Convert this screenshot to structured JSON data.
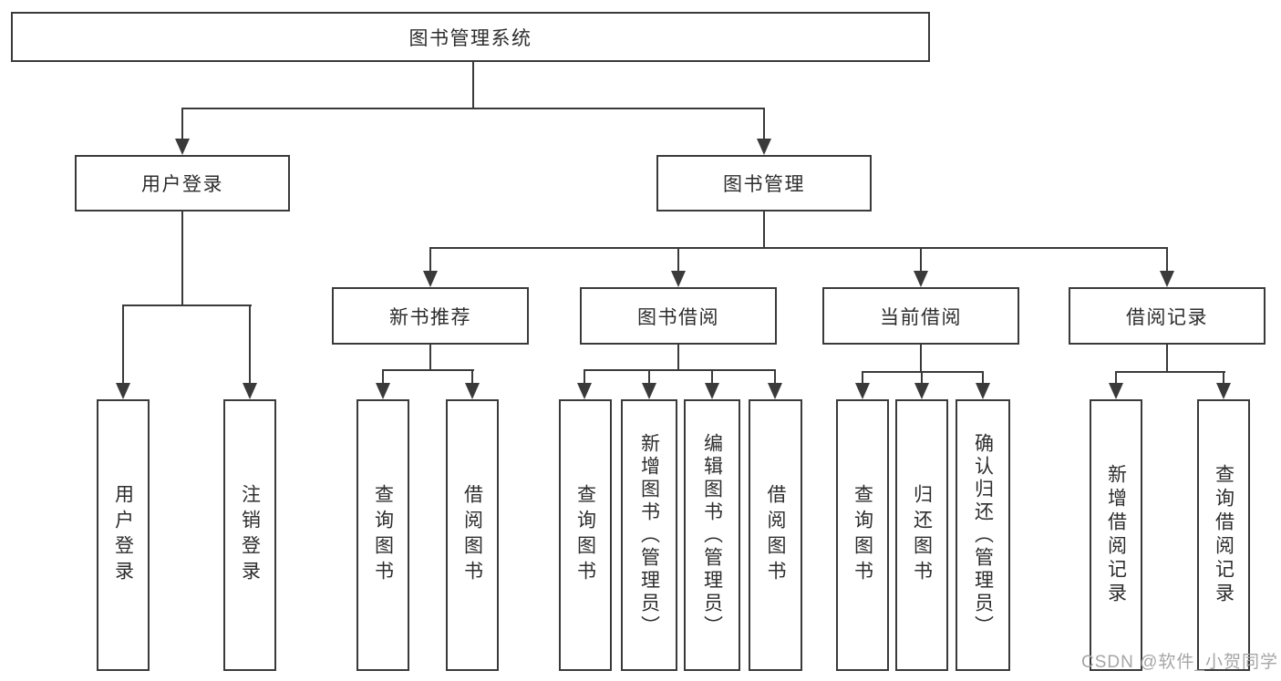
{
  "diagram": {
    "root": "图书管理系统",
    "level2": [
      {
        "label": "用户登录",
        "children": [
          "用户登录",
          "注销登录"
        ]
      },
      {
        "label": "图书管理",
        "children": [
          {
            "label": "新书推荐",
            "children": [
              "查询图书",
              "借阅图书"
            ]
          },
          {
            "label": "图书借阅",
            "children": [
              "查询图书",
              "新增图书（管理员）",
              "编辑图书（管理员）",
              "借阅图书"
            ]
          },
          {
            "label": "当前借阅",
            "children": [
              "查询图书",
              "归还图书",
              "确认归还（管理员）"
            ]
          },
          {
            "label": "借阅记录",
            "children": [
              "新增借阅记录",
              "查询借阅记录"
            ]
          }
        ]
      }
    ]
  },
  "watermark": "CSDN @软件_小贺同学",
  "colors": {
    "line": "#3a3a3a",
    "text": "#2d2d2d",
    "watermark_text": "#a6a6a6",
    "background": "#ffffff"
  }
}
